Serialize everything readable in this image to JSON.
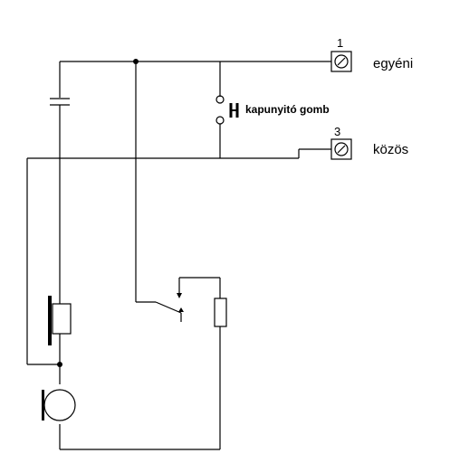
{
  "terminals": [
    {
      "number": "1",
      "label": "egyéni"
    },
    {
      "number": "3",
      "label": "közös"
    }
  ],
  "button_label": "kapunyitó gomb",
  "colors": {
    "line": "#000000",
    "background": "#ffffff"
  }
}
